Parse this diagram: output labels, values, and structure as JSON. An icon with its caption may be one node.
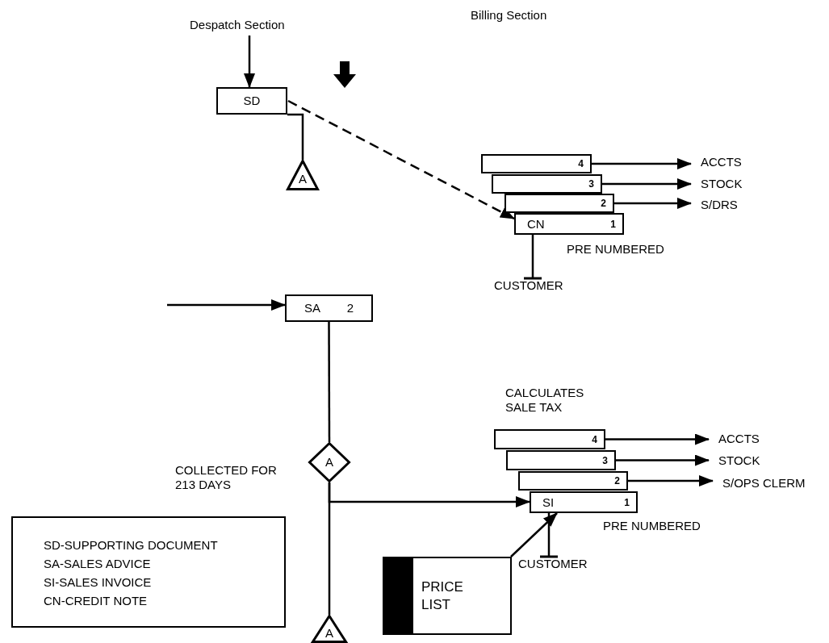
{
  "diagram": {
    "nodes": [
      {
        "text": [
          "Despatch Section"
        ]
      },
      {
        "text": [
          "SD"
        ]
      },
      {
        "text": [
          "A"
        ]
      },
      {
        "text": [
          "4"
        ]
      },
      {
        "text": [
          "3"
        ]
      },
      {
        "text": [
          "2"
        ]
      },
      {
        "text": [
          "CN",
          "1"
        ],
        "beside": [
          "PRE NUMBERED"
        ]
      },
      {
        "text": [
          "ACCTS"
        ]
      },
      {
        "text": [
          "STOCK"
        ]
      },
      {
        "text": [
          "S/DRS"
        ]
      },
      {
        "text": [
          "CUSTOMER"
        ]
      },
      {
        "text": [
          "SA",
          "2"
        ]
      },
      {
        "text": [
          "A"
        ],
        "beside": [
          "COLLECTED FOR 213 DAYS"
        ]
      },
      {
        "text": [
          "A"
        ]
      },
      {
        "text": [
          "4"
        ],
        "beside": [
          "CALCULATES SALE TAX"
        ]
      },
      {
        "text": [
          "3"
        ]
      },
      {
        "text": [
          "2"
        ]
      },
      {
        "text": [
          "SI",
          "1"
        ],
        "beside": [
          "PRE NUMBERED"
        ]
      },
      {
        "text": [
          "ACCTS"
        ]
      },
      {
        "text": [
          "STOCK"
        ]
      },
      {
        "text": [
          "S/OPS CLERM"
        ]
      },
      {
        "text": [
          "CUSTOMER"
        ]
      },
      {
        "text": [
          "PRICE LIST"
        ]
      },
      {
        "text": [
          "SD-SUPPORTING DOCUMENT",
          "SA-SALES ADVICE",
          "SI-SALES INVOICE",
          "CN-CREDIT NOTE"
        ]
      }
    ],
    "edges": [
      {
        "from": 0,
        "to": 1,
        "arrow": "to"
      },
      {
        "from": 1,
        "to": 2,
        "arrow": "none"
      },
      {
        "from": 1,
        "to": 6,
        "arrow": "to",
        "style": "dashed"
      },
      {
        "from": 3,
        "to": 7,
        "arrow": "to"
      },
      {
        "from": 4,
        "to": 8,
        "arrow": "to"
      },
      {
        "from": 5,
        "to": 9,
        "arrow": "to"
      },
      {
        "from": 6,
        "to": 10,
        "arrow": "other"
      },
      {
        "from": null,
        "to": 11,
        "arrow": "to"
      },
      {
        "from": 11,
        "to": 12,
        "arrow": "none"
      },
      {
        "from": 12,
        "to": 13,
        "arrow": "none"
      },
      {
        "from": 12,
        "to": 17,
        "arrow": "to"
      },
      {
        "from": 14,
        "to": 18,
        "arrow": "to"
      },
      {
        "from": 15,
        "to": 19,
        "arrow": "to"
      },
      {
        "from": 16,
        "to": 20,
        "arrow": "to"
      },
      {
        "from": 17,
        "to": 21,
        "arrow": "other"
      },
      {
        "from": 22,
        "to": 17,
        "arrow": "to"
      }
    ],
    "labels": [
      "Billing Section"
    ]
  }
}
